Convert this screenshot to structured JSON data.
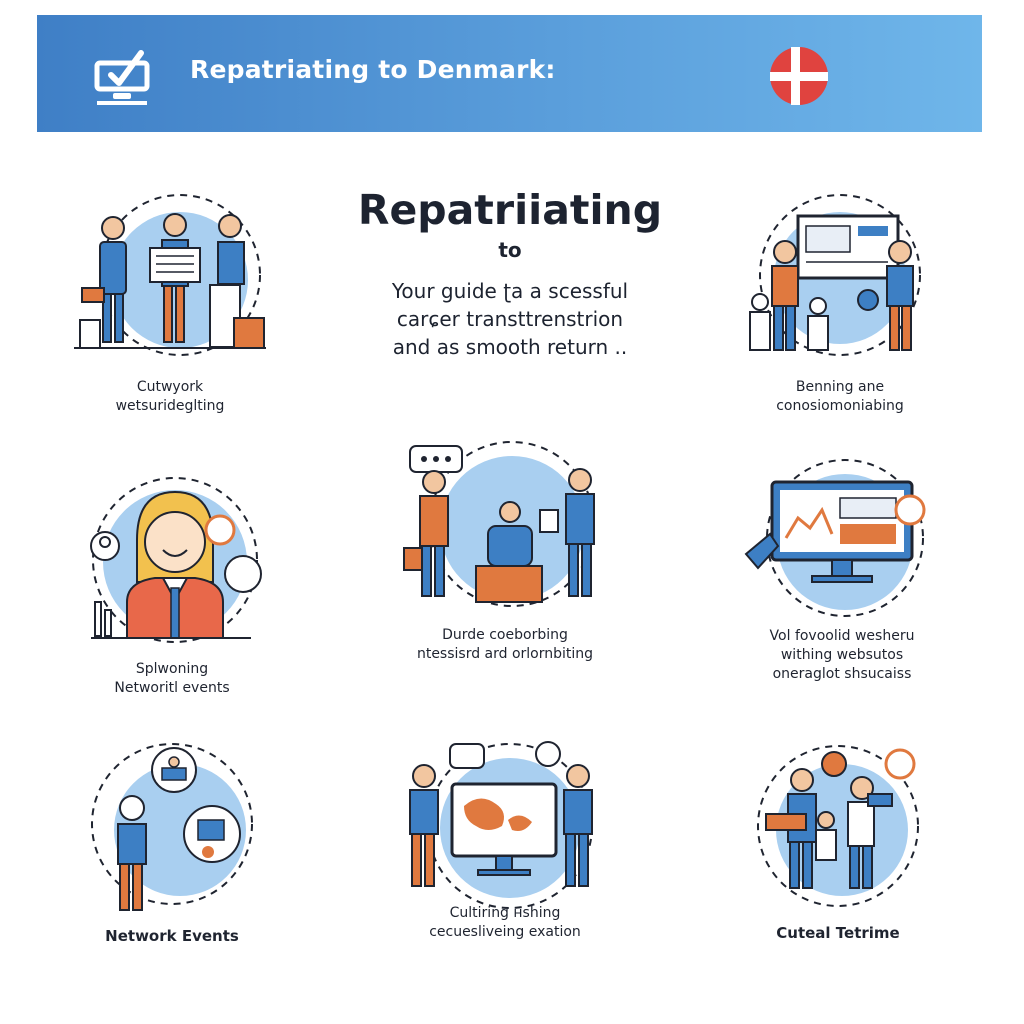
{
  "header": {
    "title": "Repatriating to Denmark:",
    "icon": "checklist-icon",
    "flag": "denmark-flag-icon",
    "colors": {
      "banner_start": "#3f7fc6",
      "banner_end": "#6fb6ea",
      "flag_red": "#e0433f"
    }
  },
  "hero": {
    "title": "Repatriiating",
    "to": "to",
    "subtitle_lines": [
      "Your guide ʈa a scessful",
      "carɕer transttrenstrion",
      "and as smooth return .."
    ]
  },
  "cards": [
    {
      "caption_lines": [
        "Cutwyork",
        "wetsuride​glting"
      ]
    },
    {
      "caption_lines": [
        "Benning ane",
        "conosiomoniabing"
      ]
    },
    {
      "caption_lines": [
        "Splwoning",
        "Networitl events"
      ]
    },
    {
      "caption_lines": [
        "Durde coeborbing",
        "ntessisrd ard orlornbiting"
      ]
    },
    {
      "caption_lines": [
        "Vol fovoolid wesheru",
        "withing websutos",
        "oneraglot shsucaiss"
      ]
    },
    {
      "caption_lines": [
        "Network Events"
      ]
    },
    {
      "caption_lines": [
        "Cultiring ʜshing",
        "cecuesliveing exation"
      ]
    },
    {
      "caption_lines": [
        "Cuteal Tetrime"
      ]
    }
  ],
  "palette": {
    "blue": "#3d7fc4",
    "light_blue": "#a9cff0",
    "orange": "#e0793f",
    "skin": "#f2c6a0",
    "dark": "#1f2430"
  }
}
